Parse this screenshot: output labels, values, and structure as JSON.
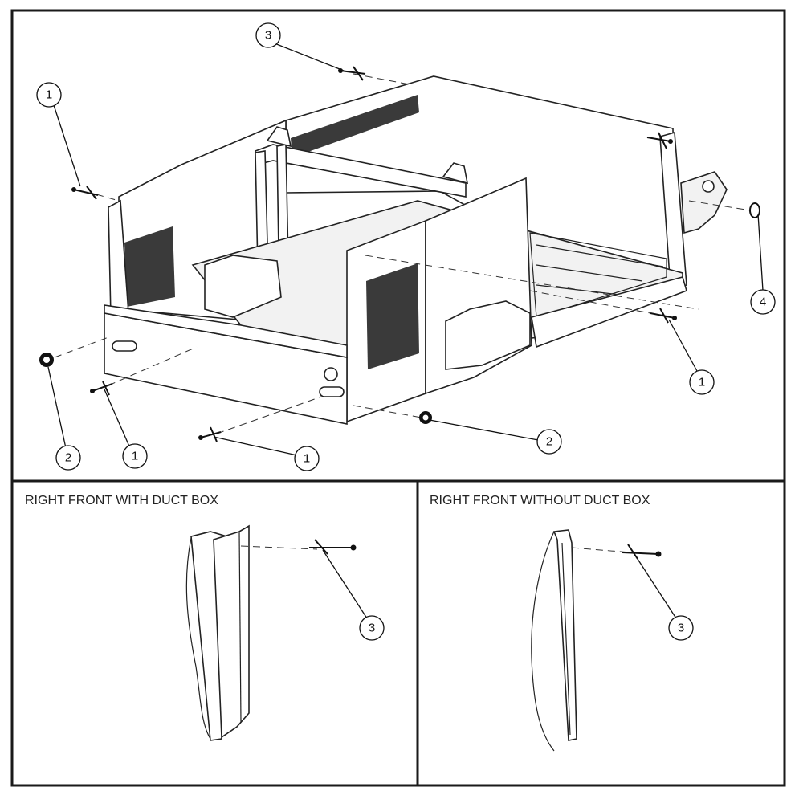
{
  "panels": {
    "detail_left_title": "RIGHT FRONT WITH DUCT BOX",
    "detail_right_title": "RIGHT FRONT WITHOUT DUCT BOX"
  },
  "callouts": {
    "main": [
      {
        "id": "b3-top",
        "label": "3"
      },
      {
        "id": "b1-left",
        "label": "1"
      },
      {
        "id": "b4",
        "label": "4"
      },
      {
        "id": "b1-right",
        "label": "1"
      },
      {
        "id": "b2-right",
        "label": "2"
      },
      {
        "id": "b1-bottom",
        "label": "1"
      },
      {
        "id": "b1-front",
        "label": "1"
      },
      {
        "id": "b2-left",
        "label": "2"
      }
    ],
    "detail_left": {
      "label": "3"
    },
    "detail_right": {
      "label": "3"
    }
  },
  "icons": [
    "cable-tie-icon",
    "grommet-icon",
    "plug-icon"
  ]
}
